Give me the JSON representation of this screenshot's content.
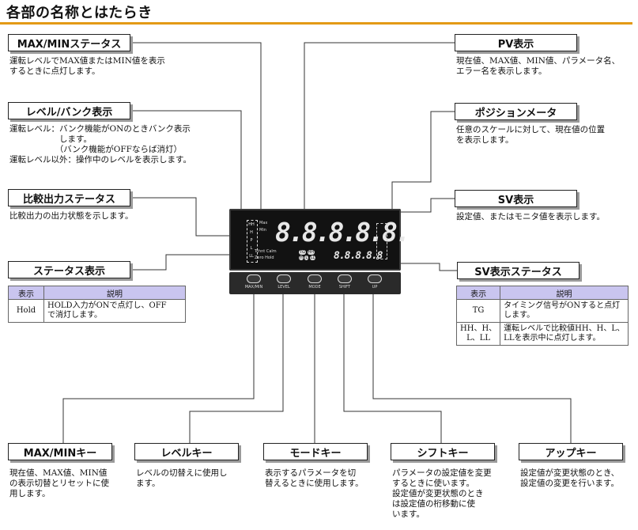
{
  "page_title": "各部の名称とはたらき",
  "labels": {
    "maxmin_status": "MAX/MINステータス",
    "level_bank": "レベル/バンク表示",
    "comp_output": "比較出力ステータス",
    "status_display": "ステータス表示",
    "pv_display": "PV表示",
    "position_meter": "ポジションメータ",
    "sv_display": "SV表示",
    "sv_status": "SV表示ステータス",
    "maxmin_key": "MAX/MINキー",
    "level_key": "レベルキー",
    "mode_key": "モードキー",
    "shift_key": "シフトキー",
    "up_key": "アップキー"
  },
  "descriptions": {
    "maxmin_status": "運転レベルでMAX値またはMIN値を表示\nするときに点灯します。",
    "level_bank": "運転レベル：バンク機能がONのときバンク表示\n　　　　　　します。\n　　　　　　（バンク機能がOFFならば消灯）\n運転レベル以外：操作中のレベルを表示します。",
    "comp_output": "比較出力の出力状態を示します。",
    "pv_display": "現在値、MAX値、MIN値、パラメータ名、\nエラー名を表示します。",
    "position_meter": "任意のスケールに対して、現在値の位置\nを表示します。",
    "sv_display": "設定値、またはモニタ値を表示します。",
    "maxmin_key": "現在値、MAX値、MIN値\nの表示切替とリセットに使\n用します。",
    "level_key": "レベルの切替えに使用し\nます。",
    "mode_key": "表示するパラメータを切\n替えるときに使用します。",
    "shift_key": "パラメータの設定値を変更\nするときに使います。\n設定値が変更状態のとき\nは設定値の桁移動に使\nいます。",
    "up_key": "設定値が変更状態のとき、\n設定値の変更を行います。"
  },
  "status_table": {
    "headers": [
      "表示",
      "説明"
    ],
    "rows": [
      [
        "Hold",
        "HOLD入力がONで点灯し、OFF\nで消灯します。"
      ]
    ]
  },
  "sv_status_table": {
    "headers": [
      "表示",
      "説明"
    ],
    "rows": [
      [
        "TG",
        "タイミング信号がONすると点灯\nします。"
      ],
      [
        "HH、H、\nL、LL",
        "運転レベルで比較値HH、H、L、\nLLを表示中に点灯します。"
      ]
    ]
  },
  "device": {
    "pv_value": "8.8.8.8.8.",
    "sv_value": "8.8.8.8.8",
    "indicators": [
      "HH",
      "H",
      "P",
      "L",
      "LL"
    ],
    "status_marks": [
      "Max",
      "Min",
      "Tchnt",
      "Calm",
      "Zero",
      "Hold"
    ],
    "sv_marks": [
      "TG",
      "HH",
      "H",
      "L",
      "LL"
    ],
    "keys": [
      "MAX/MIN",
      "LEVEL",
      "MODE",
      "SHIFT",
      "UP"
    ]
  },
  "colors": {
    "title_rule": "#e39a16",
    "table_header": "#c9c5ef",
    "display_bg": "#121212",
    "segment": "#e8e8e8"
  }
}
